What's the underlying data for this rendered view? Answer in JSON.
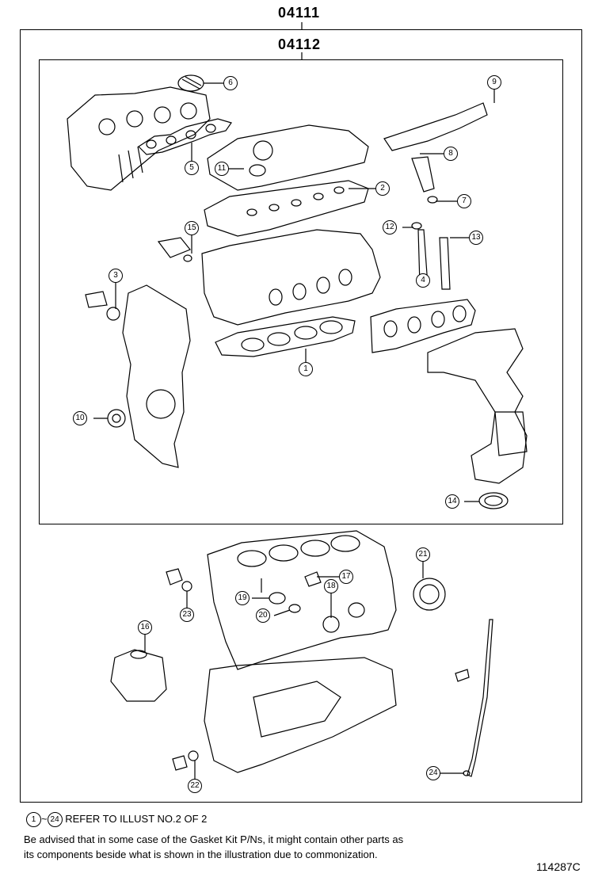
{
  "codes": {
    "outer": "04111",
    "inner": "04112"
  },
  "callouts": [
    "1",
    "2",
    "3",
    "4",
    "5",
    "6",
    "7",
    "8",
    "9",
    "10",
    "11",
    "12",
    "13",
    "14",
    "15",
    "16",
    "17",
    "18",
    "19",
    "20",
    "21",
    "22",
    "23",
    "24"
  ],
  "notes": {
    "ref_start": "1",
    "ref_tilde": "~",
    "ref_end": "24",
    "ref_text": "REFER TO ILLUST NO.2 OF 2",
    "advice_line1": "Be advised that in some case of the Gasket Kit P/Ns,  it might contain other parts as",
    "advice_line2": "its components beside what is shown in the illustration due to commonization."
  },
  "illustration_id": "114287C"
}
